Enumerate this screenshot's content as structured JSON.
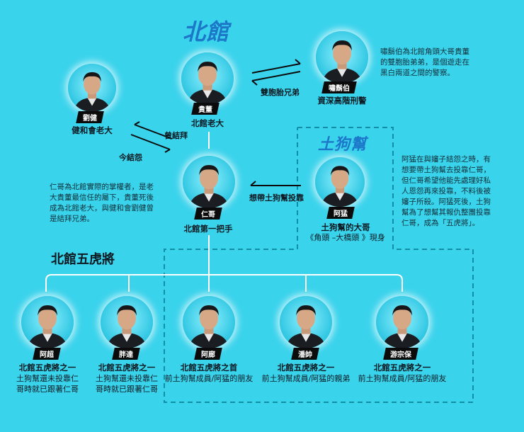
{
  "headings": {
    "north_hall": "北館",
    "earth_dog_gang": "土狗幫",
    "five_tigers": "北館五虎將"
  },
  "characters": {
    "liu_jian": {
      "name": "劉健",
      "caption": "健和會老大"
    },
    "gui_dong": {
      "name": "貴董",
      "caption": "北館老大"
    },
    "xiao_mo_bo": {
      "name": "嘯鬍伯",
      "caption": "資深高階刑警"
    },
    "ren_ge": {
      "name": "仁哥",
      "caption": "北館第一把手"
    },
    "a_meng": {
      "name": "阿猛",
      "caption": "土狗幫的大哥",
      "sub": "《角頭 –大橋頭 》現身"
    },
    "a_chao": {
      "name": "阿超",
      "caption": "北館五虎將之一",
      "sub_lines": [
        "土狗幫還未投靠仁",
        "哥時就已跟著仁哥"
      ]
    },
    "pang_da": {
      "name": "胖達",
      "caption": "北館五虎將之一",
      "sub_lines": [
        "土狗幫還未投靠仁",
        "哥時就已跟著仁哥"
      ]
    },
    "a_de": {
      "name": "阿廊",
      "caption": "北館五虎將之首",
      "sub_lines": [
        "前土狗幫成員/阿猛的朋友"
      ]
    },
    "pan_shuai": {
      "name": "潘帥",
      "caption": "北館五虎將之一",
      "sub_lines": [
        "前土狗幫成員/阿猛的親弟"
      ]
    },
    "you_zong_bao": {
      "name": "游宗保",
      "caption": "北館五虎將之一",
      "sub_lines": [
        "前土狗幫成員/阿猛的朋友"
      ]
    }
  },
  "relations": {
    "twins": "雙胞胎兄弟",
    "sworn": "曾結拜",
    "now_enemy": "今結怨",
    "bring_gang": "想帶土狗幫投靠"
  },
  "notes": {
    "xiao_mo_bo_lines": [
      "嘯鬍伯為北館角頭大哥貴董",
      "的雙胞胎弟弟，是個遊走在",
      "黑白兩道之間的警察。"
    ],
    "ren_ge_lines": [
      "仁哥為北館實際的掌權者，是老",
      "大貴董最信任的屬下，貴董死後",
      "成為北館老大，與健和會劉健曾",
      "是結拜兄弟。"
    ],
    "a_meng_lines": [
      "阿猛在與嬸子結怨之時，有",
      "想要帶土狗幫去投靠仁哥，",
      "但仁哥希望他能先處理好私",
      "人恩怨再來投靠，不料後被",
      "嬸子所殺。阿猛死後，土狗",
      "幫為了想幫其報仇整團投靠",
      "仁哥，成為「五虎將」。"
    ]
  },
  "colors": {
    "background": "#3ad3ec",
    "heading_blue": "#1c77c9",
    "line_white": "#ffffff",
    "dashed_teal": "#128fa6"
  }
}
